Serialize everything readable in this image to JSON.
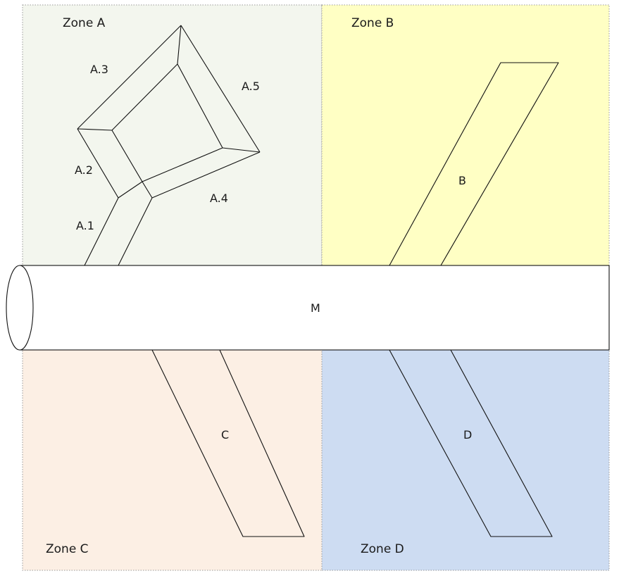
{
  "colors": {
    "zone_a": "#f3f6ee",
    "zone_b": "#ffffc4",
    "zone_c": "#fcefe4",
    "zone_d": "#cddcf2",
    "pipe": "#ffffff",
    "stroke": "#111111"
  },
  "zones": {
    "a": {
      "label": "Zone A"
    },
    "b": {
      "label": "Zone B"
    },
    "c": {
      "label": "Zone C"
    },
    "d": {
      "label": "Zone D"
    }
  },
  "labels": {
    "a1": "A.1",
    "a2": "A.2",
    "a3": "A.3",
    "a4": "A.4",
    "a5": "A.5",
    "b": "B",
    "c": "C",
    "d": "D",
    "m": "M"
  }
}
